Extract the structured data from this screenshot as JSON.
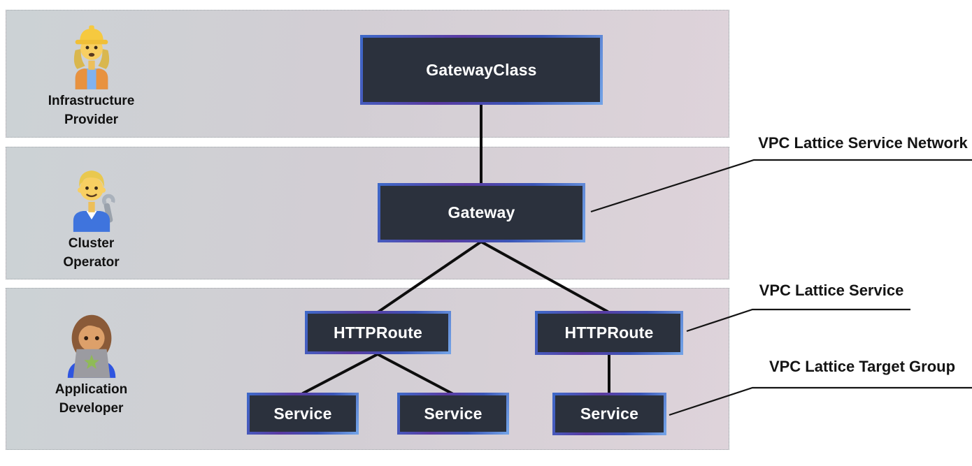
{
  "lanes": [
    {
      "name": "infrastructure-provider",
      "persona": {
        "icon": "woman-construction-worker-emoji",
        "line1": "Infrastructure",
        "line2": "Provider"
      }
    },
    {
      "name": "cluster-operator",
      "persona": {
        "icon": "man-mechanic-emoji",
        "line1": "Cluster",
        "line2": "Operator"
      }
    },
    {
      "name": "application-developer",
      "persona": {
        "icon": "woman-technologist-emoji",
        "line1": "Application",
        "line2": "Developer"
      }
    }
  ],
  "nodes": {
    "gatewayclass": "GatewayClass",
    "gateway": "Gateway",
    "httproute_left": "HTTPRoute",
    "httproute_right": "HTTPRoute",
    "service_1": "Service",
    "service_2": "Service",
    "service_3": "Service"
  },
  "annotations": {
    "service_network": "VPC Lattice Service Network",
    "service": "VPC Lattice Service",
    "target_group": "VPC Lattice Target Group"
  },
  "colors": {
    "node_fill": "#2b313d",
    "node_border_blue": "#3e68c8",
    "node_border_purple": "#5b3aa2",
    "node_border_lightblue": "#72a2e6",
    "lane_gradient_left": "#ccd2d5",
    "lane_gradient_right": "#ded3da",
    "connector": "#0d0d0d",
    "node_text": "#ffffff",
    "label_text": "#141414"
  }
}
